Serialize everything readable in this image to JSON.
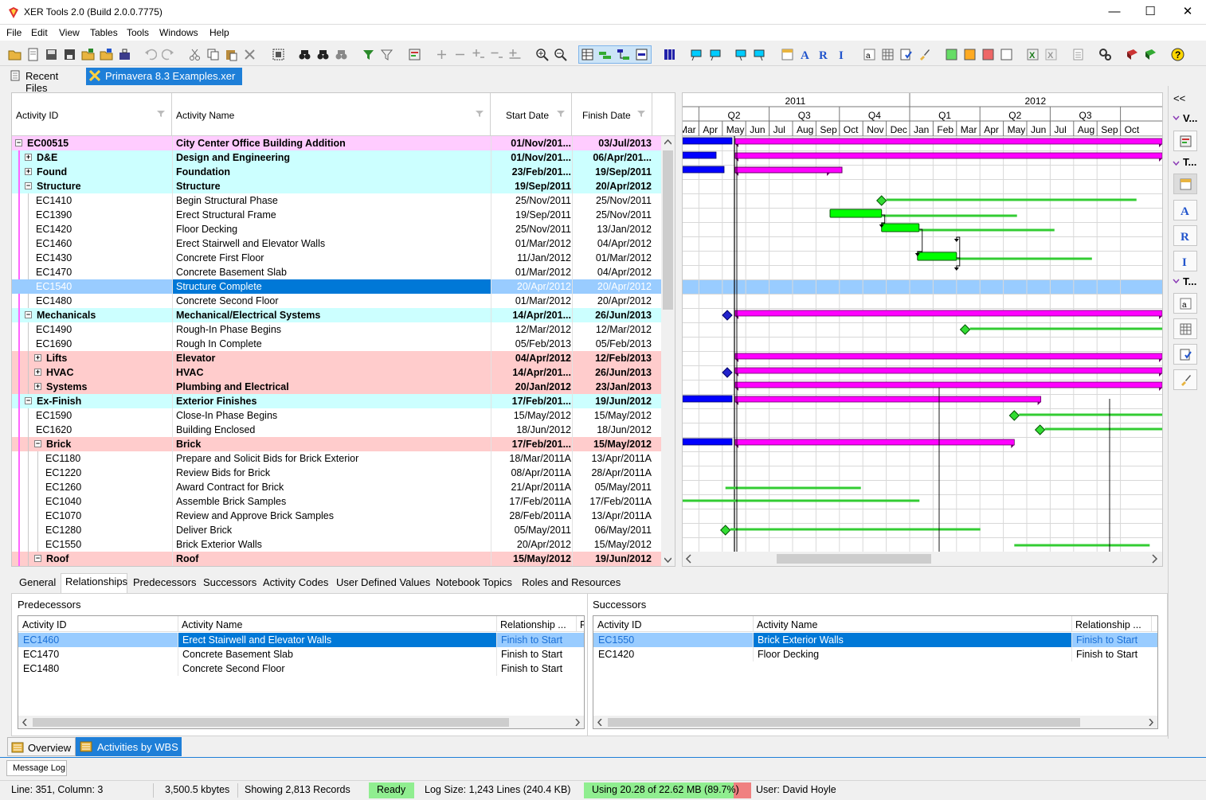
{
  "window": {
    "title": "XER Tools 2.0  (Build 2.0.0.7775)",
    "minimize": "—",
    "maximize": "☐",
    "close": "✕"
  },
  "menu": [
    "File",
    "Edit",
    "View",
    "Tables",
    "Tools",
    "Windows",
    "Help"
  ],
  "doc_tabs": {
    "recent": "Recent Files",
    "active": "Primavera 8.3 Examples.xer"
  },
  "grid": {
    "columns": [
      "Activity ID",
      "Activity Name",
      "Start Date",
      "Finish Date"
    ],
    "rows": [
      {
        "id": "EC00515",
        "name": "City Center Office Building Addition",
        "start": "01/Nov/201...",
        "finish": "03/Jul/2013",
        "level": 0,
        "type": "wbs",
        "color": "#ffccff",
        "expander": "−"
      },
      {
        "id": "D&E",
        "name": "Design and Engineering",
        "start": "01/Nov/201...",
        "finish": "06/Apr/201...",
        "level": 1,
        "type": "wbs",
        "color": "#ccffff",
        "expander": "+"
      },
      {
        "id": "Found",
        "name": "Foundation",
        "start": "23/Feb/201...",
        "finish": "19/Sep/2011",
        "level": 1,
        "type": "wbs",
        "color": "#ccffff",
        "expander": "+"
      },
      {
        "id": "Structure",
        "name": "Structure",
        "start": "19/Sep/2011",
        "finish": "20/Apr/2012",
        "level": 1,
        "type": "wbs",
        "color": "#ccffff",
        "expander": "−"
      },
      {
        "id": "EC1410",
        "name": "Begin Structural Phase",
        "start": "25/Nov/2011",
        "finish": "25/Nov/2011",
        "level": 2,
        "type": "act"
      },
      {
        "id": "EC1390",
        "name": "Erect Structural Frame",
        "start": "19/Sep/2011",
        "finish": "25/Nov/2011",
        "level": 2,
        "type": "act"
      },
      {
        "id": "EC1420",
        "name": "Floor Decking",
        "start": "25/Nov/2011",
        "finish": "13/Jan/2012",
        "level": 2,
        "type": "act"
      },
      {
        "id": "EC1460",
        "name": "Erect Stairwell and Elevator Walls",
        "start": "01/Mar/2012",
        "finish": "04/Apr/2012",
        "level": 2,
        "type": "act"
      },
      {
        "id": "EC1430",
        "name": "Concrete First Floor",
        "start": "11/Jan/2012",
        "finish": "01/Mar/2012",
        "level": 2,
        "type": "act"
      },
      {
        "id": "EC1470",
        "name": "Concrete Basement Slab",
        "start": "01/Mar/2012",
        "finish": "04/Apr/2012",
        "level": 2,
        "type": "act"
      },
      {
        "id": "EC1540",
        "name": "Structure Complete",
        "start": "20/Apr/2012",
        "finish": "20/Apr/2012",
        "level": 2,
        "type": "act",
        "selected": true
      },
      {
        "id": "EC1480",
        "name": "Concrete Second Floor",
        "start": "01/Mar/2012",
        "finish": "20/Apr/2012",
        "level": 2,
        "type": "act"
      },
      {
        "id": "Mechanicals",
        "name": "Mechanical/Electrical Systems",
        "start": "14/Apr/201...",
        "finish": "26/Jun/2013",
        "level": 1,
        "type": "wbs",
        "color": "#ccffff",
        "expander": "−"
      },
      {
        "id": "EC1490",
        "name": "Rough-In Phase Begins",
        "start": "12/Mar/2012",
        "finish": "12/Mar/2012",
        "level": 2,
        "type": "act"
      },
      {
        "id": "EC1690",
        "name": "Rough In Complete",
        "start": "05/Feb/2013",
        "finish": "05/Feb/2013",
        "level": 2,
        "type": "act"
      },
      {
        "id": "Lifts",
        "name": "Elevator",
        "start": "04/Apr/2012",
        "finish": "12/Feb/2013",
        "level": 2,
        "type": "wbs",
        "color": "#ffcccc",
        "expander": "+"
      },
      {
        "id": "HVAC",
        "name": "HVAC",
        "start": "14/Apr/201...",
        "finish": "26/Jun/2013",
        "level": 2,
        "type": "wbs",
        "color": "#ffcccc",
        "expander": "+"
      },
      {
        "id": "Systems",
        "name": "Plumbing and Electrical",
        "start": "20/Jan/2012",
        "finish": "23/Jan/2013",
        "level": 2,
        "type": "wbs",
        "color": "#ffcccc",
        "expander": "+"
      },
      {
        "id": "Ex-Finish",
        "name": "Exterior Finishes",
        "start": "17/Feb/201...",
        "finish": "19/Jun/2012",
        "level": 1,
        "type": "wbs",
        "color": "#ccffff",
        "expander": "−"
      },
      {
        "id": "EC1590",
        "name": "Close-In Phase Begins",
        "start": "15/May/2012",
        "finish": "15/May/2012",
        "level": 2,
        "type": "act"
      },
      {
        "id": "EC1620",
        "name": "Building Enclosed",
        "start": "18/Jun/2012",
        "finish": "18/Jun/2012",
        "level": 2,
        "type": "act"
      },
      {
        "id": "Brick",
        "name": "Brick",
        "start": "17/Feb/201...",
        "finish": "15/May/2012",
        "level": 2,
        "type": "wbs",
        "color": "#ffcccc",
        "expander": "−"
      },
      {
        "id": "EC1180",
        "name": "Prepare and Solicit Bids for Brick Exterior",
        "start": "18/Mar/2011A",
        "finish": "13/Apr/2011A",
        "level": 3,
        "type": "act"
      },
      {
        "id": "EC1220",
        "name": "Review Bids for Brick",
        "start": "08/Apr/2011A",
        "finish": "28/Apr/2011A",
        "level": 3,
        "type": "act"
      },
      {
        "id": "EC1260",
        "name": "Award Contract for Brick",
        "start": "21/Apr/2011A",
        "finish": "05/May/2011",
        "level": 3,
        "type": "act"
      },
      {
        "id": "EC1040",
        "name": "Assemble Brick Samples",
        "start": "17/Feb/2011A",
        "finish": "17/Feb/2011A",
        "level": 3,
        "type": "act"
      },
      {
        "id": "EC1070",
        "name": "Review and Approve Brick Samples",
        "start": "28/Feb/2011A",
        "finish": "13/Apr/2011A",
        "level": 3,
        "type": "act"
      },
      {
        "id": "EC1280",
        "name": "Deliver Brick",
        "start": "05/May/2011",
        "finish": "06/May/2011",
        "level": 3,
        "type": "act"
      },
      {
        "id": "EC1550",
        "name": "Brick Exterior Walls",
        "start": "20/Apr/2012",
        "finish": "15/May/2012",
        "level": 3,
        "type": "act"
      },
      {
        "id": "Roof",
        "name": "Roof",
        "start": "15/May/2012",
        "finish": "19/Jun/2012",
        "level": 2,
        "type": "wbs",
        "color": "#ffcccc",
        "expander": "−"
      }
    ]
  },
  "gantt": {
    "years": [
      "2011",
      "2012"
    ],
    "quarters": [
      "Q2",
      "Q3",
      "Q4",
      "Q1",
      "Q2",
      "Q3"
    ],
    "months": [
      "Mar",
      "Apr",
      "May",
      "Jun",
      "Jul",
      "Aug",
      "Sep",
      "Oct",
      "Nov",
      "Dec",
      "Jan",
      "Feb",
      "Mar",
      "Apr",
      "May",
      "Jun",
      "Jul",
      "Aug",
      "Sep",
      "Oct"
    ],
    "colors": {
      "wbs_bar": "#ff00ff",
      "actual_bar": "#0000ff",
      "remaining_bar": "#00ff00",
      "float_line": "#33cc33",
      "selected_row": "#99ccff"
    }
  },
  "side_panel": {
    "collapse": "<<",
    "sections": [
      "V...",
      "T...",
      "T..."
    ]
  },
  "detail_tabs": [
    "General",
    "Relationships",
    "Predecessors",
    "Successors",
    "Activity Codes",
    "User Defined Values",
    "Notebook Topics",
    "Roles and Resources"
  ],
  "detail_active_tab": "Relationships",
  "predecessors": {
    "title": "Predecessors",
    "columns": [
      "Activity ID",
      "Activity Name",
      "Relationship ...",
      "F"
    ],
    "rows": [
      {
        "id": "EC1460",
        "name": "Erect Stairwell and Elevator Walls",
        "rel": "Finish to Start",
        "selected": true
      },
      {
        "id": "EC1470",
        "name": "Concrete Basement Slab",
        "rel": "Finish to Start"
      },
      {
        "id": "EC1480",
        "name": "Concrete Second Floor",
        "rel": "Finish to Start"
      }
    ]
  },
  "successors": {
    "title": "Successors",
    "columns": [
      "Activity ID",
      "Activity Name",
      "Relationship ..."
    ],
    "rows": [
      {
        "id": "EC1550",
        "name": "Brick Exterior Walls",
        "rel": "Finish to Start",
        "selected": true
      },
      {
        "id": "EC1420",
        "name": "Floor Decking",
        "rel": "Finish to Start"
      }
    ]
  },
  "view_tabs": {
    "overview": "Overview",
    "activities": "Activities by WBS"
  },
  "message_log": "Message Log",
  "status": {
    "position": "Line: 351, Column: 3",
    "size": "3,500.5 kbytes",
    "records": "Showing 2,813 Records",
    "state": "Ready",
    "log_size": "Log Size: 1,243 Lines (240.4 KB)",
    "memory": "Using 20.28 of 22.62 MB (89.7%)",
    "memory_fraction": 0.897,
    "user": "User: David Hoyle"
  }
}
